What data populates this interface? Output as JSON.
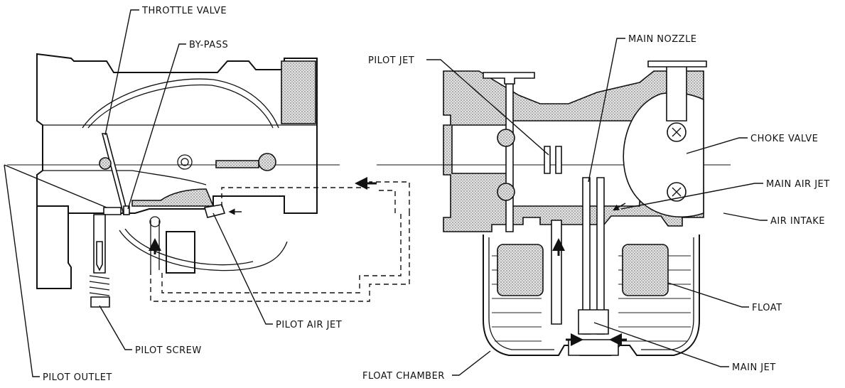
{
  "labels": {
    "throttle_valve": "THROTTLE VALVE",
    "by_pass": "BY-PASS",
    "pilot_outlet": "PILOT OUTLET",
    "pilot_screw": "PILOT SCREW",
    "pilot_air_jet": "PILOT AIR JET",
    "pilot_jet": "PILOT JET",
    "main_nozzle": "MAIN NOZZLE",
    "choke_valve": "CHOKE VALVE",
    "main_air_jet": "MAIN AIR JET",
    "air_intake": "AIR INTAKE",
    "float": "FLOAT",
    "float_chamber": "FLOAT CHAMBER",
    "main_jet": "MAIN JET"
  }
}
